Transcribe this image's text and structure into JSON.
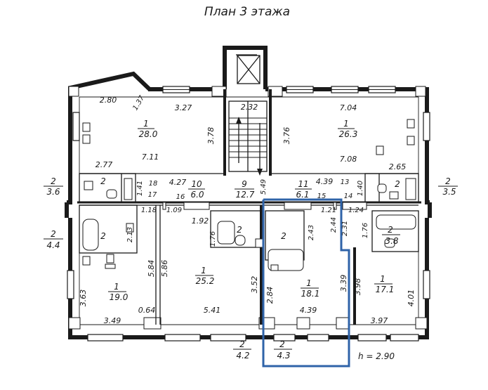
{
  "title": "План 3 этажа",
  "height_note": "h = 2.90",
  "highlight_color": "#2f63a8",
  "rooms": [
    {
      "num": "1",
      "area": "28.0"
    },
    {
      "num": "1",
      "area": "26.3"
    },
    {
      "num": "1",
      "area": "19.0"
    },
    {
      "num": "1",
      "area": "25.2"
    },
    {
      "num": "1",
      "area": "18.1"
    },
    {
      "num": "1",
      "area": "17.1"
    },
    {
      "num": "10",
      "area": "6.0"
    },
    {
      "num": "9",
      "area": "12.7"
    },
    {
      "num": "11",
      "area": "6.1"
    },
    {
      "num": "2",
      "area": "3.6"
    },
    {
      "num": "2",
      "area": "3.5"
    },
    {
      "num": "2",
      "area": "4.4"
    },
    {
      "num": "2",
      "area": "3.8"
    },
    {
      "num": "2",
      "area": "4.2"
    },
    {
      "num": "2",
      "area": "4.3"
    }
  ],
  "room_labels": [
    "2",
    "2",
    "2",
    "2",
    "2"
  ],
  "dims": [
    "2.80",
    "1.37",
    "3.27",
    "2.32",
    "7.04",
    "3.78",
    "3.76",
    "7.11",
    "7.08",
    "2.77",
    "2.65",
    "18",
    "17",
    "4.27",
    "16",
    "1.41",
    "1.18",
    "1.09",
    "5.49",
    "4.39",
    "13",
    "15",
    "14",
    "1.21",
    "1.24",
    "1.40",
    "1.92",
    "1.76",
    "2.13",
    "2.43",
    "2.44",
    "2.31",
    "1.76",
    "5.84",
    "5.86",
    "3.52",
    "2.84",
    "3.39",
    "3.98",
    "4.01",
    "3.63",
    "0.64",
    "5.41",
    "4.39",
    "3.49",
    "3.97"
  ]
}
